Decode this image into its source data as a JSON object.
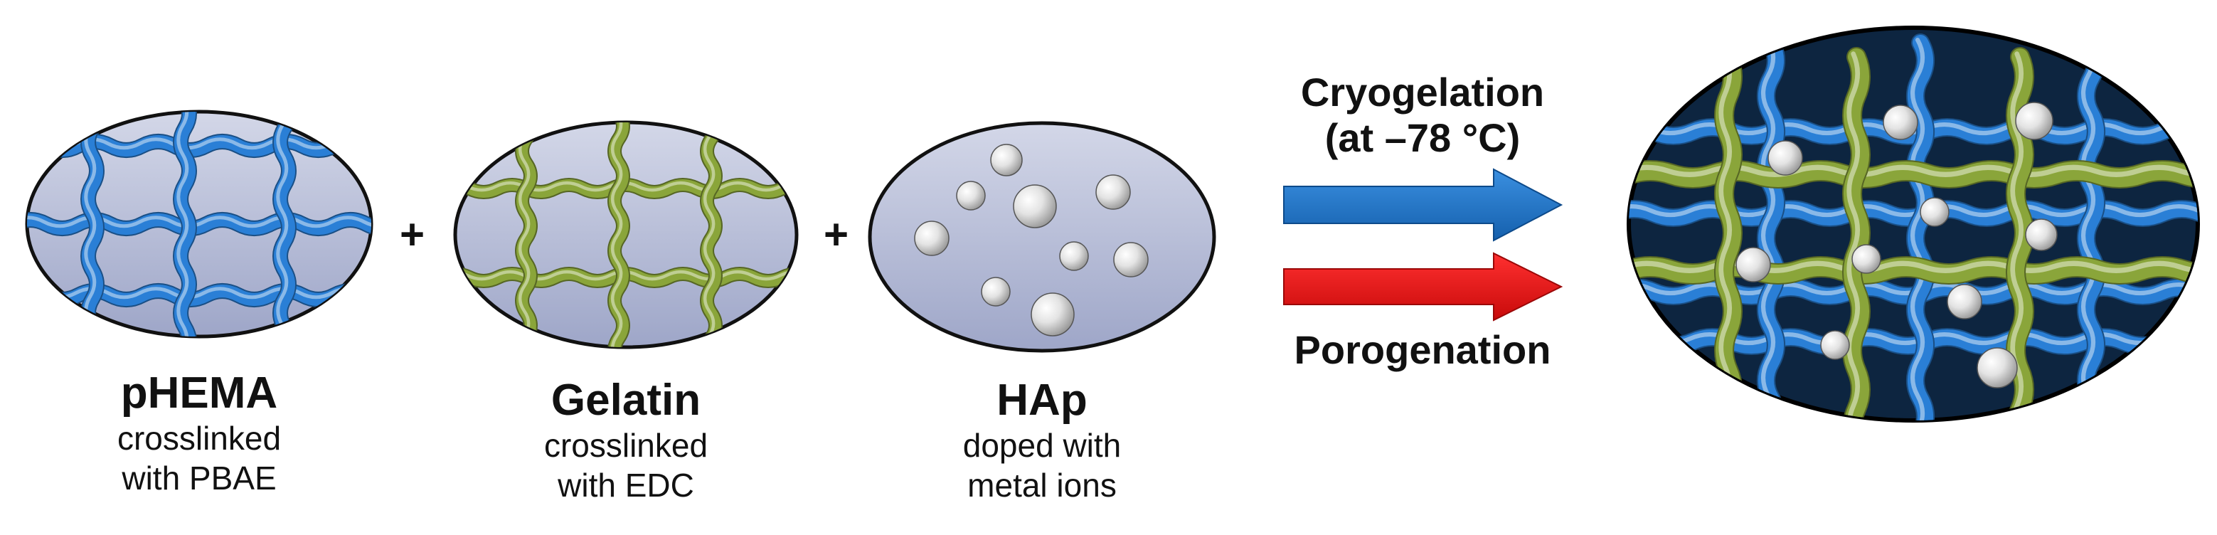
{
  "components": [
    {
      "title": "pHEMA",
      "line1": "crosslinked",
      "line2": "with PBAE"
    },
    {
      "title": "Gelatin",
      "line1": "crosslinked",
      "line2": "with EDC"
    },
    {
      "title": "HAp",
      "line1": "doped with",
      "line2": "metal ions"
    }
  ],
  "operators": [
    "+",
    "+"
  ],
  "process": {
    "cryo_line1": "Cryogelation",
    "cryo_line2": "(at –78 °C)",
    "poro": "Porogenation"
  },
  "colors": {
    "phema_fiber": "#2a7fd6",
    "gelatin_fiber": "#8aa53a",
    "ellipse_fill": "#b4bad6",
    "product_fill": "#0d2540",
    "arrow_blue": "#1f74c4",
    "arrow_red": "#e8141a",
    "particle": "#e2e2e2"
  }
}
